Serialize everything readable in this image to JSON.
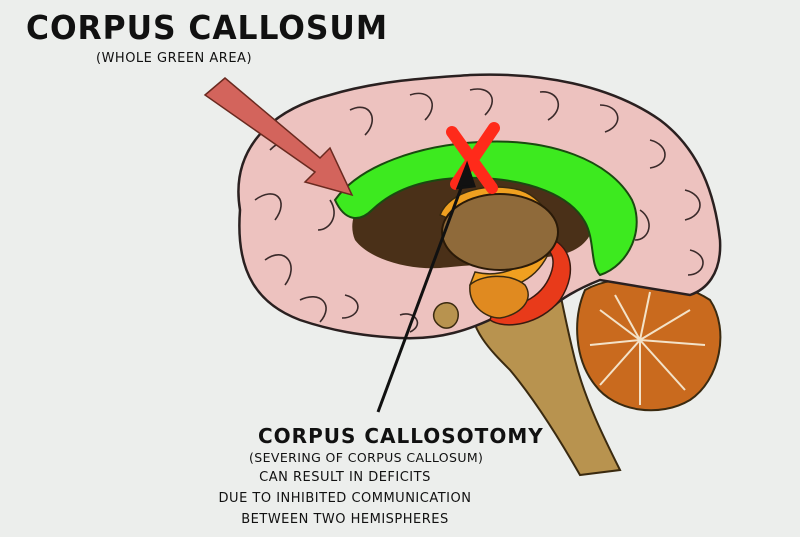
{
  "title": "CORPUS CALLOSUM",
  "subtitle": "(WHOLE GREEN AREA)",
  "procedure": {
    "heading": "CORPUS CALLOSOTOMY",
    "subheading": "(SEVERING OF CORPUS CALLOSUM)",
    "description": [
      "CAN RESULT IN DEFICITS",
      "DUE TO INHIBITED COMMUNICATION",
      "BETWEEN TWO HEMISPHERES"
    ]
  },
  "colors": {
    "background": "#eceeec",
    "cortex": "#edc2bf",
    "corpus_callosum": "#3dea1f",
    "arrow": "#d3645c",
    "cut_mark": "#ff2a1a",
    "cerebellum": "#c96a1e",
    "brainstem": "#b8934f",
    "thalamus": "#8f6a3a",
    "fornix": "#f0a020",
    "ventricle": "#4a3018"
  }
}
